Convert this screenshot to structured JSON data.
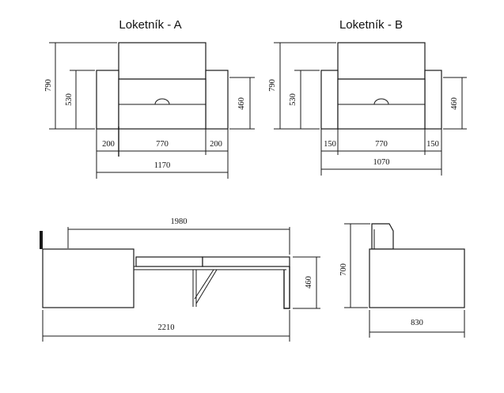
{
  "views": {
    "armrest_a": {
      "title": "Loketník - A",
      "height_total": "790",
      "height_body": "530",
      "height_arm": "460",
      "width_arm_left": "200",
      "width_seat": "770",
      "width_arm_right": "200",
      "width_total": "1170"
    },
    "armrest_b": {
      "title": "Loketník - B",
      "height_total": "790",
      "height_body": "530",
      "height_arm": "460",
      "width_arm_left": "150",
      "width_seat": "770",
      "width_arm_right": "150",
      "width_total": "1070"
    },
    "side_extended": {
      "length_bed": "1980",
      "length_total": "2210",
      "height_bed": "460"
    },
    "side_closed": {
      "height_total": "700",
      "depth_total": "830"
    }
  }
}
